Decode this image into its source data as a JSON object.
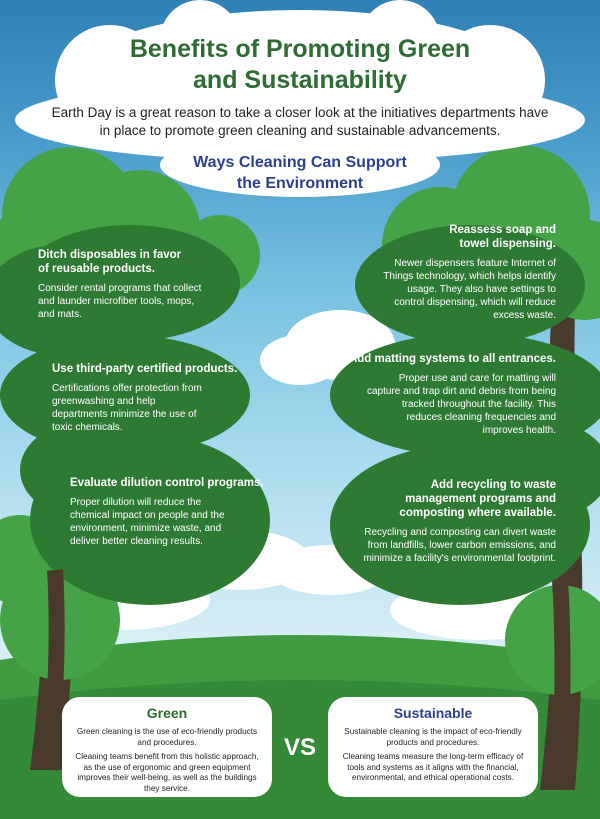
{
  "header": {
    "title_line1": "Benefits of Promoting Green",
    "title_line2": "and Sustainability",
    "intro": "Earth Day is a great reason to take a closer look at the initiatives departments have in place to promote green cleaning and sustainable advancements.",
    "subtitle_line1": "Ways Cleaning Can Support",
    "subtitle_line2": "the Environment"
  },
  "left_tips": [
    {
      "title_line1": "Ditch disposables in favor",
      "title_line2": "of reusable products.",
      "body": "Consider rental programs that collect and launder microfiber tools, mops, and mats."
    },
    {
      "title_line1": "Use third-party certified products.",
      "title_line2": "",
      "body": "Certifications offer protection from greenwashing and help departments minimize the use of toxic chemicals."
    },
    {
      "title_line1": "Evaluate dilution control programs.",
      "title_line2": "",
      "body": "Proper dilution will reduce the chemical impact on people and the environment, minimize waste, and deliver better cleaning results."
    }
  ],
  "right_tips": [
    {
      "title_line1": "Reassess soap and",
      "title_line2": "towel dispensing.",
      "body": "Newer dispensers feature Internet of Things technology, which helps identify usage. They also have settings to control dispensing, which will reduce excess waste."
    },
    {
      "title_line1": "Add matting systems to all entrances.",
      "title_line2": "",
      "body": "Proper use and care for matting will capture and trap dirt and debris from being tracked throughout the facility. This reduces cleaning frequencies and improves health."
    },
    {
      "title_line1": "Add recycling to waste",
      "title_line2": "management programs and composting where available.",
      "body": "Recycling and composting can divert waste from landfills, lower carbon emissions, and minimize a facility's environmental footprint."
    }
  ],
  "comparison": {
    "green": {
      "title": "Green",
      "p1": "Green cleaning is the use of eco-friendly products and procedures.",
      "p2": "Cleaning teams benefit from this holistic approach, as the use of ergonomic and green equipment improves their well-being, as well as the buildings they service."
    },
    "vs": "VS",
    "sustainable": {
      "title": "Sustainable",
      "p1": "Sustainable cleaning is the impact of eco-friendly products and procedures.",
      "p2": "Cleaning teams measure the long-term efficacy of tools and systems as it aligns with the financial, environmental, and ethical operational costs."
    }
  },
  "colors": {
    "title_green": "#2f6b34",
    "subtitle_blue": "#2b3f8c",
    "tree_dark": "#2f7a33",
    "tree_light": "#45a246",
    "trunk": "#4a3a2c"
  }
}
